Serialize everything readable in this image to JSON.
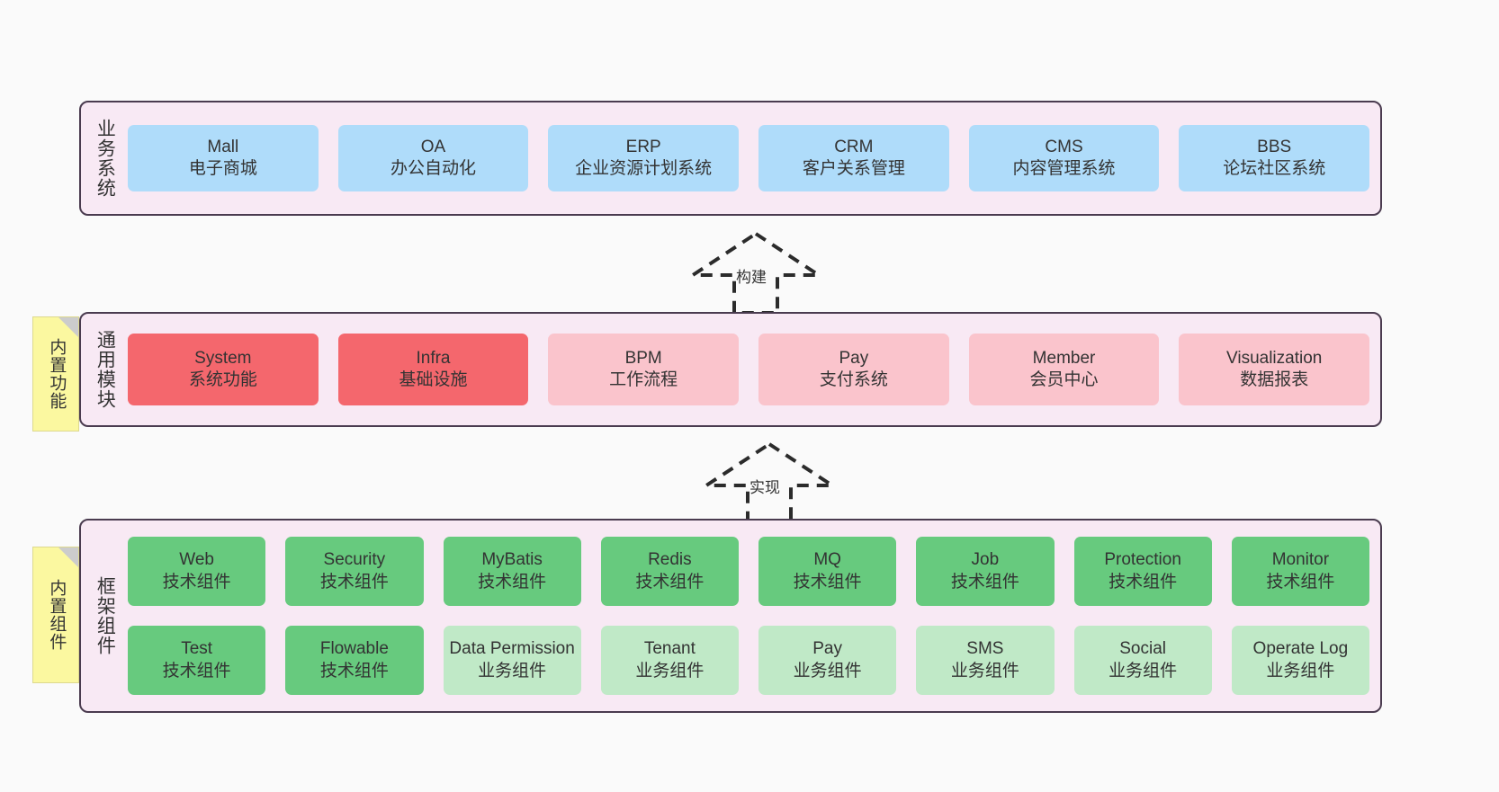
{
  "diagram": {
    "background": "#fafafa",
    "container_fill": "#f8e9f4",
    "container_border": "#4a3b4f",
    "note_fill": "#fbf8a0"
  },
  "layers": [
    {
      "id": "business",
      "title": "业务系统",
      "note": null,
      "rows": [
        {
          "cards": [
            {
              "name": "Mall",
              "desc": "电子商城",
              "color": "#afdcfa",
              "variant": "c-blue"
            },
            {
              "name": "OA",
              "desc": "办公自动化",
              "color": "#afdcfa",
              "variant": "c-blue"
            },
            {
              "name": "ERP",
              "desc": "企业资源计划系统",
              "color": "#afdcfa",
              "variant": "c-blue"
            },
            {
              "name": "CRM",
              "desc": "客户关系管理",
              "color": "#afdcfa",
              "variant": "c-blue"
            },
            {
              "name": "CMS",
              "desc": "内容管理系统",
              "color": "#afdcfa",
              "variant": "c-blue"
            },
            {
              "name": "BBS",
              "desc": "论坛社区系统",
              "color": "#afdcfa",
              "variant": "c-blue"
            }
          ]
        }
      ]
    },
    {
      "id": "common",
      "title": "通用模块",
      "note": "内置功能",
      "rows": [
        {
          "cards": [
            {
              "name": "System",
              "desc": "系统功能",
              "color": "#f4676d",
              "variant": "c-red"
            },
            {
              "name": "Infra",
              "desc": "基础设施",
              "color": "#f4676d",
              "variant": "c-red"
            },
            {
              "name": "BPM",
              "desc": "工作流程",
              "color": "#fac4cc",
              "variant": "c-pink"
            },
            {
              "name": "Pay",
              "desc": "支付系统",
              "color": "#fac4cc",
              "variant": "c-pink"
            },
            {
              "name": "Member",
              "desc": "会员中心",
              "color": "#fac4cc",
              "variant": "c-pink"
            },
            {
              "name": "Visualization",
              "desc": "数据报表",
              "color": "#fac4cc",
              "variant": "c-pink"
            }
          ]
        }
      ]
    },
    {
      "id": "framework",
      "title": "框架组件",
      "note": "内置组件",
      "rows": [
        {
          "cards": [
            {
              "name": "Web",
              "desc": "技术组件",
              "color": "#67ca7e",
              "variant": "c-green"
            },
            {
              "name": "Security",
              "desc": "技术组件",
              "color": "#67ca7e",
              "variant": "c-green"
            },
            {
              "name": "MyBatis",
              "desc": "技术组件",
              "color": "#67ca7e",
              "variant": "c-green"
            },
            {
              "name": "Redis",
              "desc": "技术组件",
              "color": "#67ca7e",
              "variant": "c-green"
            },
            {
              "name": "MQ",
              "desc": "技术组件",
              "color": "#67ca7e",
              "variant": "c-green"
            },
            {
              "name": "Job",
              "desc": "技术组件",
              "color": "#67ca7e",
              "variant": "c-green"
            },
            {
              "name": "Protection",
              "desc": "技术组件",
              "color": "#67ca7e",
              "variant": "c-green"
            },
            {
              "name": "Monitor",
              "desc": "技术组件",
              "color": "#67ca7e",
              "variant": "c-green"
            }
          ]
        },
        {
          "cards": [
            {
              "name": "Test",
              "desc": "技术组件",
              "color": "#67ca7e",
              "variant": "c-green"
            },
            {
              "name": "Flowable",
              "desc": "技术组件",
              "color": "#67ca7e",
              "variant": "c-green"
            },
            {
              "name": "Data Permission",
              "desc": "业务组件",
              "color": "#c0e9c7",
              "variant": "c-lightgreen"
            },
            {
              "name": "Tenant",
              "desc": "业务组件",
              "color": "#c0e9c7",
              "variant": "c-lightgreen"
            },
            {
              "name": "Pay",
              "desc": "业务组件",
              "color": "#c0e9c7",
              "variant": "c-lightgreen"
            },
            {
              "name": "SMS",
              "desc": "业务组件",
              "color": "#c0e9c7",
              "variant": "c-lightgreen"
            },
            {
              "name": "Social",
              "desc": "业务组件",
              "color": "#c0e9c7",
              "variant": "c-lightgreen"
            },
            {
              "name": "Operate Log",
              "desc": "业务组件",
              "color": "#c0e9c7",
              "variant": "c-lightgreen"
            }
          ]
        }
      ]
    }
  ],
  "connectors": [
    {
      "id": "build",
      "label": "构建",
      "style": "dashed-hollow-arrow-up"
    },
    {
      "id": "impl",
      "label": "实现",
      "style": "dashed-hollow-arrow-up"
    }
  ]
}
